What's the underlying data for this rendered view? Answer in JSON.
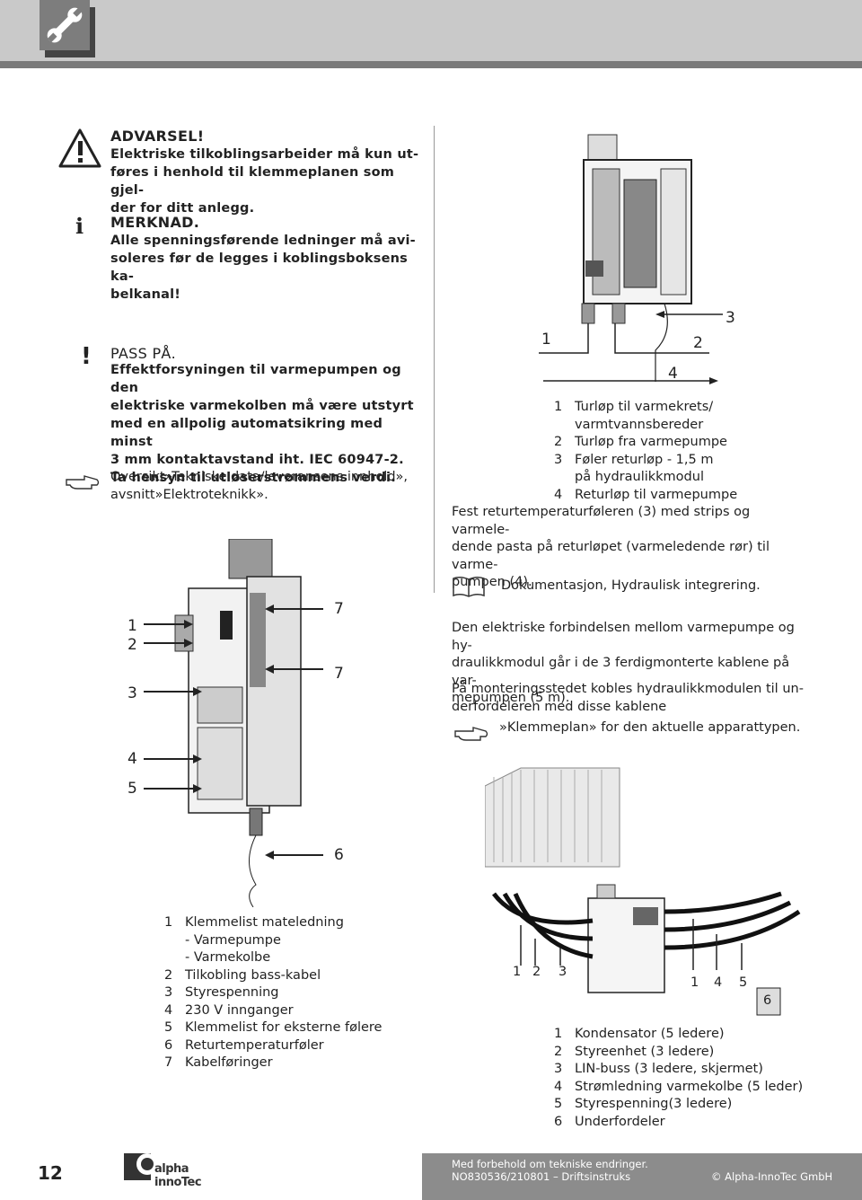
{
  "header": {
    "icon": "wrench-icon"
  },
  "warning": {
    "title": "ADVARSEL!",
    "lines": [
      "Elektriske tilkoblingsarbeider må kun ut-",
      "føres i henhold til klemmeplanen som gjel-",
      "der for ditt anlegg."
    ]
  },
  "note": {
    "title": "MERKNAD.",
    "lines": [
      "Alle spenningsførende ledninger må avi-",
      "soleres før de legges i koblingsboksens ka-",
      "belkanal!"
    ]
  },
  "caution": {
    "title": "PASS PÅ.",
    "lines": [
      "Effektforsyningen til varmepumpen og den",
      "elektriske varmekolben må være utstyrt",
      "med en allpolig automatsikring med minst",
      "3 mm kontaktavstand iht. IEC 60947-2.",
      "Ta hensyn til utløserstrømmens verdi."
    ]
  },
  "reference1": {
    "lines": [
      "Oversikt»Tekniske data/leveransens innhold»,",
      "avsnitt»Elektroteknikk»."
    ]
  },
  "hydraulic_figure": {
    "labels": {
      "l1": "1",
      "l2": "2",
      "l3": "3",
      "l4": "4"
    },
    "legend": [
      {
        "num": "1",
        "text": "Turløp til varmekrets/"
      },
      {
        "num": "",
        "text": "varmtvannsbereder"
      },
      {
        "num": "2",
        "text": "Turløp fra varmepumpe"
      },
      {
        "num": "3",
        "text": "Føler returløp - 1,5 m"
      },
      {
        "num": "",
        "text": "på hydraulikkmodul"
      },
      {
        "num": "4",
        "text": "Returløp til varmepumpe"
      }
    ]
  },
  "paragraph1": [
    "Fest returtemperaturføleren (3) med strips og varmele-",
    "dende pasta på returløpet (varmeledende rør) til varme-",
    "pumpen (4)."
  ],
  "doc_ref": "Dokumentasjon, Hydraulisk integrering.",
  "paragraph2": [
    "Den elektriske forbindelsen mellom varmepumpe og hy-",
    "draulikkmodul går i de 3 ferdigmonterte kablene på var-",
    "mepumpen (5 m)."
  ],
  "paragraph3": [
    "På monteringsstedet kobles hydraulikkmodulen til un-",
    "derfordeleren med disse kablene"
  ],
  "reference2": "»Klemmeplan» for den aktuelle apparattypen.",
  "module_figure": {
    "labels": {
      "l1": "1",
      "l2": "2",
      "l3": "3",
      "l4": "4",
      "l5": "5",
      "l6": "6",
      "l7a": "7",
      "l7b": "7"
    },
    "legend": [
      {
        "num": "1",
        "text": "Klemmelist mateledning"
      },
      {
        "num": "",
        "text": "- Varmepumpe"
      },
      {
        "num": "",
        "text": "- Varmekolbe"
      },
      {
        "num": "2",
        "text": "Tilkobling bass-kabel"
      },
      {
        "num": "3",
        "text": "Styrespenning"
      },
      {
        "num": "4",
        "text": "230 V innganger"
      },
      {
        "num": "5",
        "text": "Klemmelist for eksterne følere"
      },
      {
        "num": "6",
        "text": "Returtemperaturføler"
      },
      {
        "num": "7",
        "text": "Kabelføringer"
      }
    ]
  },
  "cable_figure": {
    "labels": {
      "l1a": "1",
      "l2": "2",
      "l3": "3",
      "l1b": "1",
      "l4": "4",
      "l5": "5",
      "l6": "6"
    },
    "legend": [
      {
        "num": "1",
        "text": "Kondensator (5 ledere)"
      },
      {
        "num": "2",
        "text": "Styreenhet (3 ledere)"
      },
      {
        "num": "3",
        "text": "LIN-buss (3 ledere, skjermet)"
      },
      {
        "num": "4",
        "text": "Strømledning varmekolbe (5 leder)"
      },
      {
        "num": "5",
        "text": "Styrespenning(3 ledere)"
      },
      {
        "num": "6",
        "text": "Underfordeler"
      }
    ]
  },
  "footer": {
    "page": "12",
    "brand": "alpha innoTec",
    "line1": "Med forbehold om tekniske endringer.",
    "line2": "NO830536/210801 – Driftsinstruks",
    "copyright": "© Alpha-InnoTec GmbH"
  }
}
